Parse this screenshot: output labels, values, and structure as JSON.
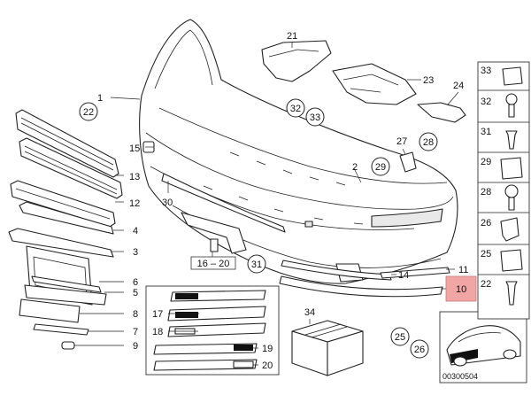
{
  "diagram": {
    "part_numbers": {
      "p1": "1",
      "p2": "2",
      "p3": "3",
      "p4": "4",
      "p5": "5",
      "p6": "6",
      "p7": "7",
      "p8": "8",
      "p9": "9",
      "p10": "10",
      "p11": "11",
      "p12": "12",
      "p13": "13",
      "p14": "14",
      "p15": "15",
      "p16_20": "16 – 20",
      "p17": "17",
      "p18": "18",
      "p19": "19",
      "p20": "20",
      "p21": "21",
      "p22": "22",
      "p23": "23",
      "p24": "24",
      "p27": "27",
      "p30": "30"
    },
    "bubbles": {
      "b22": "22",
      "b32": "32",
      "b33": "33",
      "b28": "28",
      "b29": "29",
      "b31": "31",
      "b25": "25",
      "b26": "26"
    },
    "highlight": {
      "label": "10",
      "color": "#f2a5a5"
    },
    "sidebar_numbers": [
      "33",
      "32",
      "31",
      "29",
      "28",
      "26",
      "25",
      "22"
    ],
    "box_label": "34",
    "inset_code": "00300504"
  }
}
